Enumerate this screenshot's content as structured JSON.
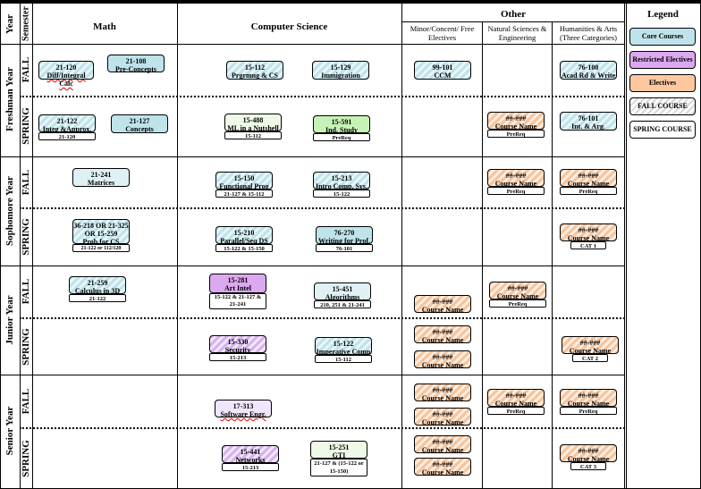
{
  "headers": {
    "year": "Year",
    "semester": "Semester",
    "math": "Math",
    "cs": "Computer Science",
    "other": "Other",
    "minor": "Minor/Concent/ Free Electives",
    "natsci": "Natural Sciences & Engineering",
    "hum": "Humanities & Arts (Three Categories)",
    "legend": "Legend"
  },
  "years": [
    "Freshman Year",
    "Sophomore Year",
    "Junior Year",
    "Senior Year"
  ],
  "semesters": {
    "fall": "FALL",
    "spring": "SPRING"
  },
  "legend": [
    {
      "label": "Core Courses"
    },
    {
      "label": "Restricted Electives"
    },
    {
      "label": "Electives"
    },
    {
      "label": "FALL COURSE"
    },
    {
      "label": "SPRING COURSE"
    }
  ],
  "courses": {
    "fr_f_m1": {
      "code": "21-120",
      "name": "Diff/Integral Calc"
    },
    "fr_f_m2": {
      "code": "21-108",
      "name": "Pre-Concepts"
    },
    "fr_f_cs1": {
      "code": "15-112",
      "name": "Prgrmng & CS"
    },
    "fr_f_cs2": {
      "code": "15-129",
      "name": "Immigration"
    },
    "fr_f_mi": {
      "code": "99-101",
      "name": "CCM"
    },
    "fr_f_hu": {
      "code": "76-100",
      "name": "Acad Rd & Write"
    },
    "fr_s_m1": {
      "code": "21-122",
      "name": "Integ &Approx.",
      "pre": "21-120"
    },
    "fr_s_m2": {
      "code": "21-127",
      "name": "Concepts"
    },
    "fr_s_cs1": {
      "code": "15-488",
      "name": "ML in a Nutshell",
      "pre": "15-112"
    },
    "fr_s_cs2": {
      "code": "15-591",
      "name": "Ind. Study",
      "pre": "PreReq"
    },
    "fr_s_ns": {
      "code": "##-###",
      "name": "Course Name",
      "pre": "PreReq"
    },
    "fr_s_hu": {
      "code": "76-101",
      "name": "Int. & Arg."
    },
    "so_f_m1": {
      "code": "21-241",
      "name": "Matrices"
    },
    "so_f_cs1": {
      "code": "15-150",
      "name": "Functional Prog",
      "pre": "21-127 & 15-112"
    },
    "so_f_cs2": {
      "code": "15-213",
      "name": "Intro Comp. Sys.",
      "pre": "15-122"
    },
    "so_f_ns": {
      "code": "##-###",
      "name": "Course Name",
      "pre": "PreReq"
    },
    "so_f_hu": {
      "code": "##-###",
      "name": "Course Name",
      "pre": "PreReq"
    },
    "so_s_m1": {
      "code1": "36-218 OR 21-325",
      "code2": "OR 15-259",
      "name": "Prob for CS",
      "pre": "21-122 or 112/120"
    },
    "so_s_cs1": {
      "code": "15-210",
      "name": "Parallel/Seq DS",
      "pre": "15-122 & 15-150"
    },
    "so_s_cs2": {
      "code": "76-270",
      "name": "Writing for Prof.",
      "pre": "76-101"
    },
    "so_s_hu": {
      "code": "##-###",
      "name": "Course Name",
      "pre": "CAT 1"
    },
    "ju_f_m1": {
      "code": "21-259",
      "name": "Calculus in 3D",
      "pre": "21-122"
    },
    "ju_f_cs1": {
      "code": "15-281",
      "name": "Art Intel",
      "pre": "15-122 & 21-127 & 21-241"
    },
    "ju_f_cs2": {
      "code": "15-451",
      "name": "Algorithms",
      "pre": "210, 251 & 21-241"
    },
    "ju_f_mi": {
      "code": "##-###",
      "name": "Course Name"
    },
    "ju_f_ns": {
      "code": "##-###",
      "name": "Course Name",
      "pre": "PreReq"
    },
    "ju_s_cs1": {
      "code": "15-330",
      "name": "Security",
      "pre": "15-213"
    },
    "ju_s_cs2": {
      "code": "15-122",
      "name": "Imperative Comp",
      "pre": "15-112"
    },
    "ju_s_mi1": {
      "code": "##-###",
      "name": "Course Name"
    },
    "ju_s_mi2": {
      "code": "##-###",
      "name": "Course Name"
    },
    "ju_s_hu": {
      "code": "##-###",
      "name": "Course Name",
      "pre": "CAT 2"
    },
    "se_f_cs1": {
      "code": "17-313",
      "name": "Software Engr."
    },
    "se_f_mi1": {
      "code": "##-###",
      "name": "Course Name"
    },
    "se_f_mi2": {
      "code": "##-###",
      "name": "Course Name"
    },
    "se_f_ns": {
      "code": "##-###",
      "name": "Course Name",
      "pre": "PreReq"
    },
    "se_f_hu": {
      "code": "##-###",
      "name": "Course Name",
      "pre": "PreReq"
    },
    "se_s_cs1": {
      "code": "15-441",
      "name": "Networks",
      "pre": "15-213"
    },
    "se_s_cs2": {
      "code": "15-251",
      "name": "GTI",
      "pre": "21-127 & (15-122 or 15-150)"
    },
    "se_s_mi1": {
      "code": "##-###",
      "name": "Course Name"
    },
    "se_s_mi2": {
      "code": "##-###",
      "name": "Course Name"
    },
    "se_s_hu": {
      "code": "##-###",
      "name": "Course Name",
      "pre": "CAT 3"
    }
  }
}
